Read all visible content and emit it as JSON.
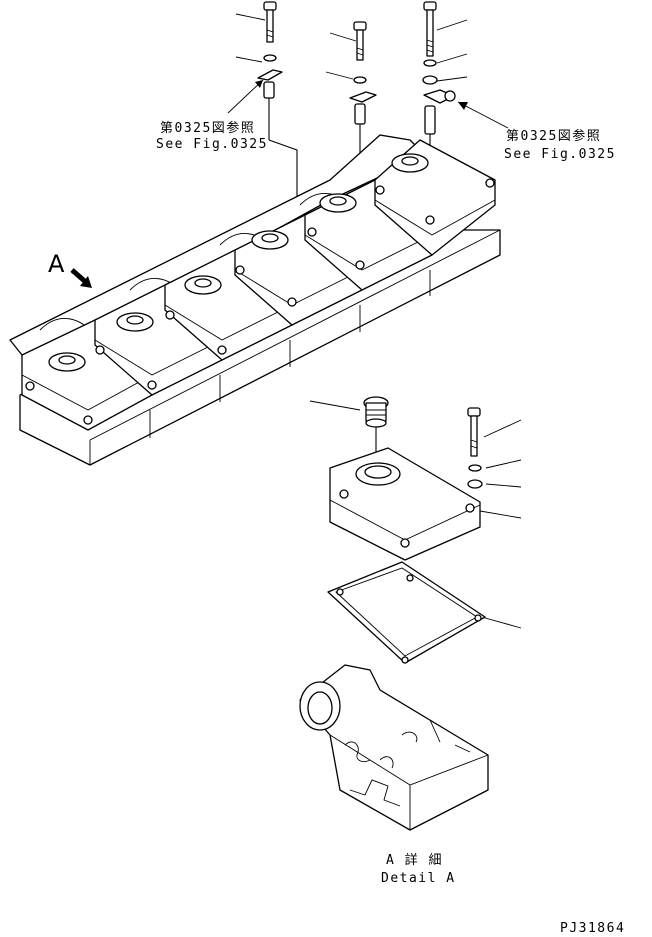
{
  "labels": {
    "ref_left_jp": "第0325図参照",
    "ref_left_en": "See Fig.0325",
    "ref_right_jp": "第0325図参照",
    "ref_right_en": "See Fig.0325",
    "view_arrow": "A",
    "detail_jp": "A 詳 細",
    "detail_en": "Detail A",
    "drawing_number": "PJ31864"
  },
  "colors": {
    "line": "#000000",
    "background": "#ffffff"
  }
}
